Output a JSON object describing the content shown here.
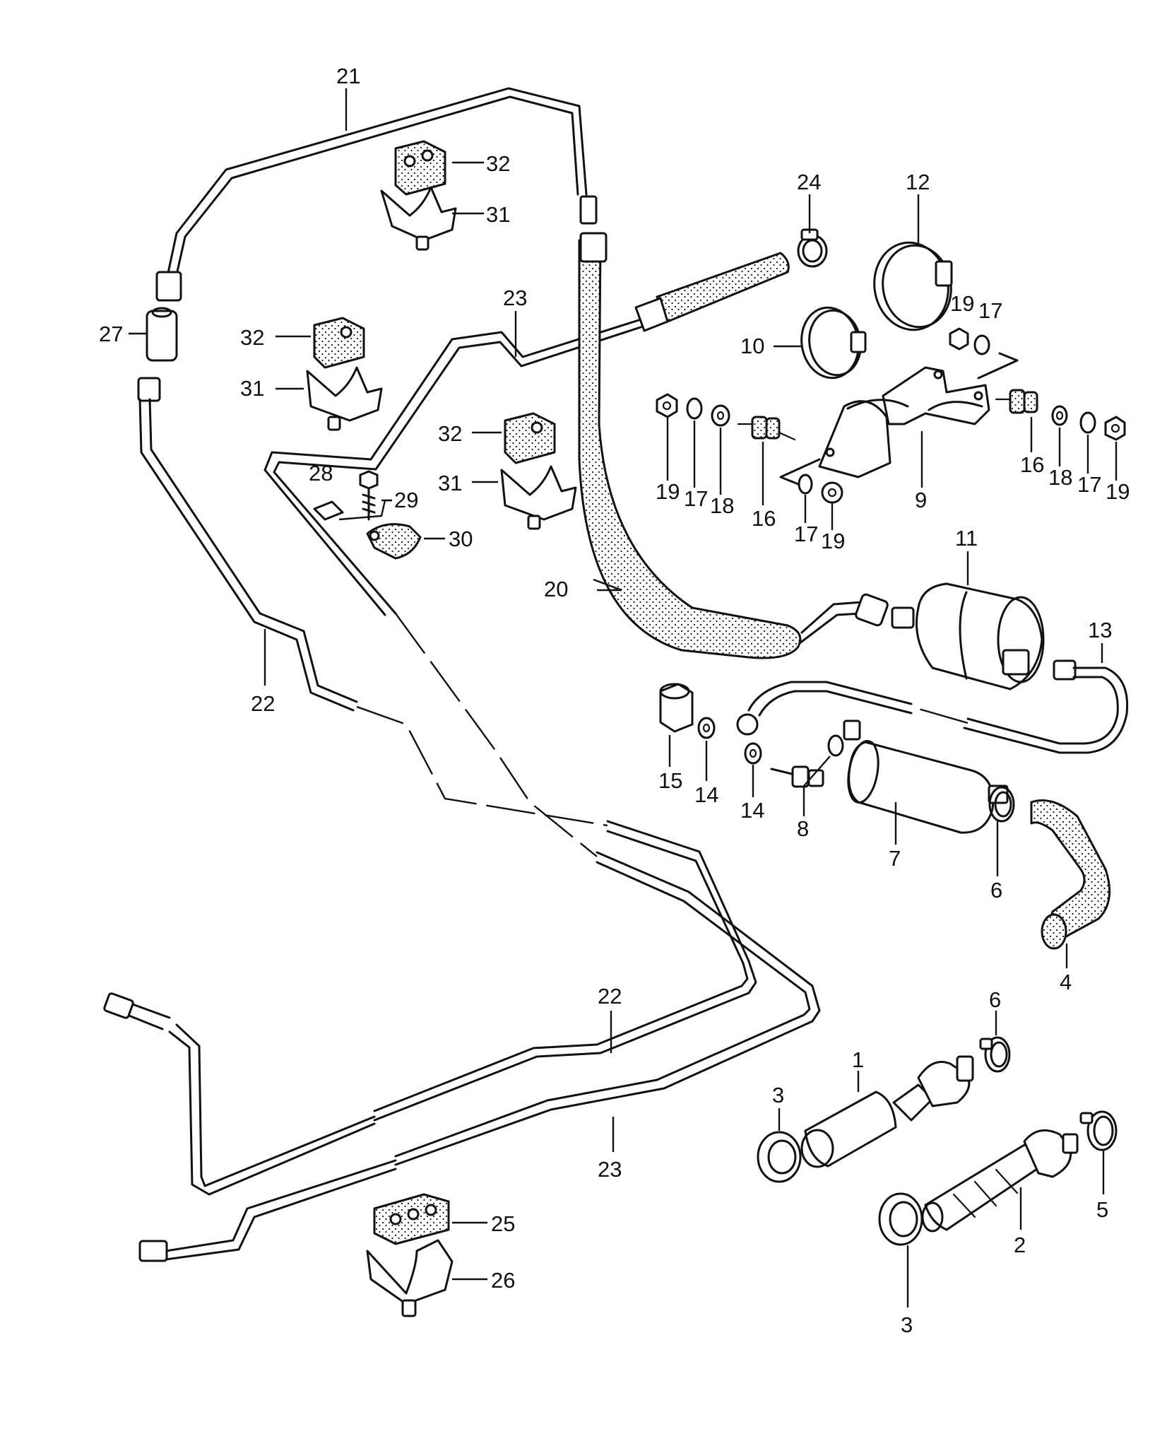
{
  "callouts": {
    "c1": "1",
    "c2": "2",
    "c3a": "3",
    "c3b": "3",
    "c4": "4",
    "c5": "5",
    "c6a": "6",
    "c6b": "6",
    "c7": "7",
    "c8": "8",
    "c9": "9",
    "c10": "10",
    "c11": "11",
    "c12": "12",
    "c13": "13",
    "c14a": "14",
    "c14b": "14",
    "c15": "15",
    "c16a": "16",
    "c16b": "16",
    "c17a": "17",
    "c17b": "17",
    "c17c": "17",
    "c17d": "17",
    "c18a": "18",
    "c18b": "18",
    "c19a": "19",
    "c19b": "19",
    "c19c": "19",
    "c19d": "19",
    "c20": "20",
    "c21": "21",
    "c22a": "22",
    "c22b": "22",
    "c23a": "23",
    "c23b": "23",
    "c24": "24",
    "c25": "25",
    "c26": "26",
    "c27": "27",
    "c28": "28",
    "c29": "29",
    "c30": "30",
    "c31a": "31",
    "c31b": "31",
    "c31c": "31",
    "c32a": "32",
    "c32b": "32",
    "c32c": "32"
  },
  "colors": {
    "line": "#111111",
    "background": "#ffffff"
  }
}
